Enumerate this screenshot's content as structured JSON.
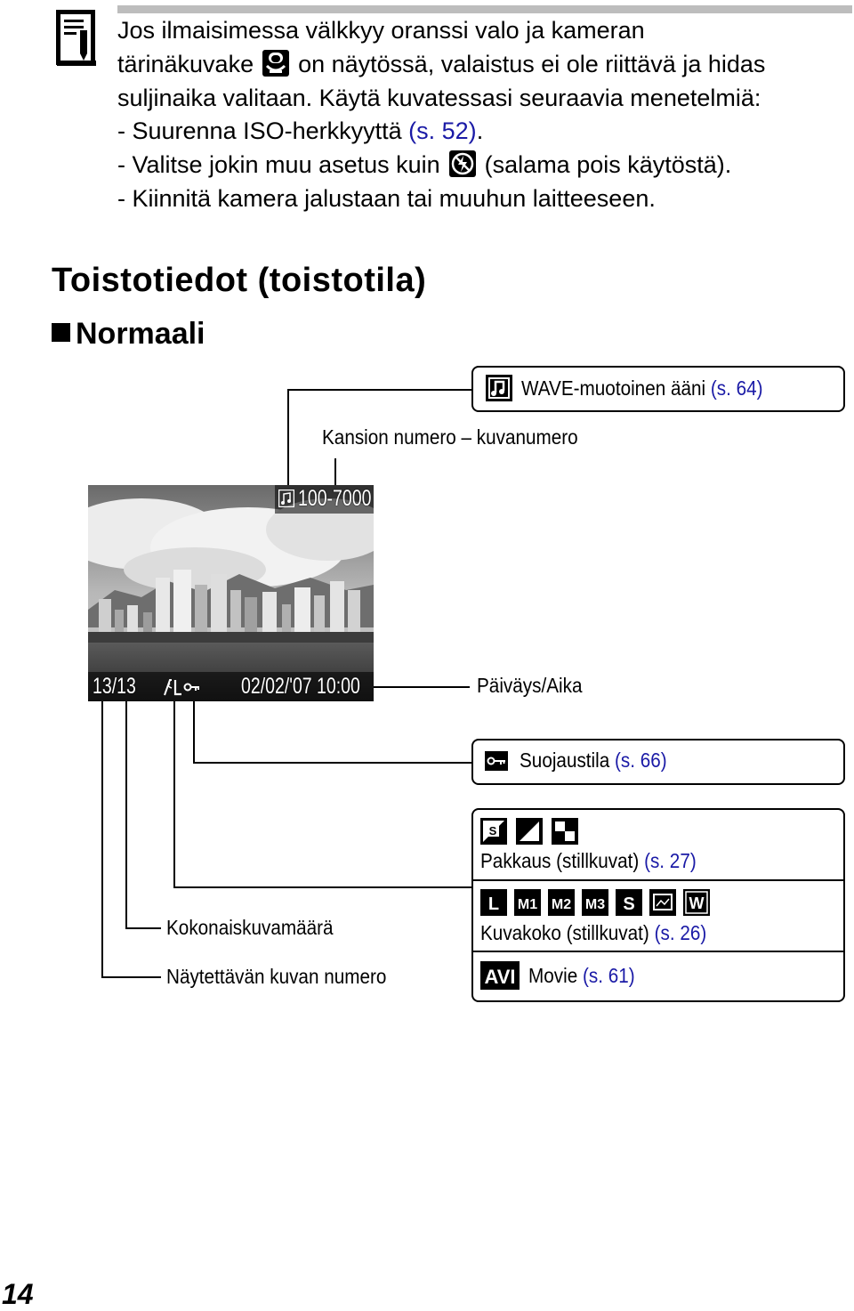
{
  "note": {
    "line1": "Jos ilmaisimessa välkkyy oranssi valo ja kameran",
    "line2_a": "tärinäkuvake",
    "line2_icon": "camera-shake-icon",
    "line2_b": "on näytössä, valaistus ei ole riittävä ja hidas",
    "line3": "suljinaika valitaan. Käytä kuvatessasi seuraavia menetelmiä:",
    "line4_a": "- Suurenna ISO-herkkyyttä",
    "line4_ref": "(s. 52)",
    "line4_b": ".",
    "line5_a": "- Valitse jokin muu asetus kuin",
    "line5_icon": "flash-off-icon",
    "line5_b": "(salama pois käytöstä).",
    "line6": "- Kiinnitä kamera jalustaan tai muuhun laitteeseen."
  },
  "heading": "Toistotiedot (toistotila)",
  "subheading": "Normaali",
  "screen": {
    "folder_file": "100-7000",
    "count": "13/13",
    "datetime": "02/02/'07 10:00"
  },
  "callouts": {
    "wave_label": "WAVE-muotoinen ääni",
    "wave_ref": "(s. 64)",
    "folder_label": "Kansion numero – kuvanumero",
    "date_label": "Päiväys/Aika",
    "protect_label": "Suojaustila",
    "protect_ref": "(s. 66)",
    "compression_label": "Pakkaus (stillkuvat)",
    "compression_ref": "(s. 27)",
    "size_label": "Kuvakoko (stillkuvat)",
    "size_ref": "(s. 26)",
    "size_icons": [
      "L",
      "M1",
      "M2",
      "M3",
      "S",
      "postcard",
      "W"
    ],
    "movie_label": "Movie",
    "movie_ref": "(s. 61)",
    "movie_icon": "AVI",
    "total_label": "Kokonaiskuvamäärä",
    "shown_label": "Näytettävän kuvan numero"
  },
  "page_number": "14"
}
